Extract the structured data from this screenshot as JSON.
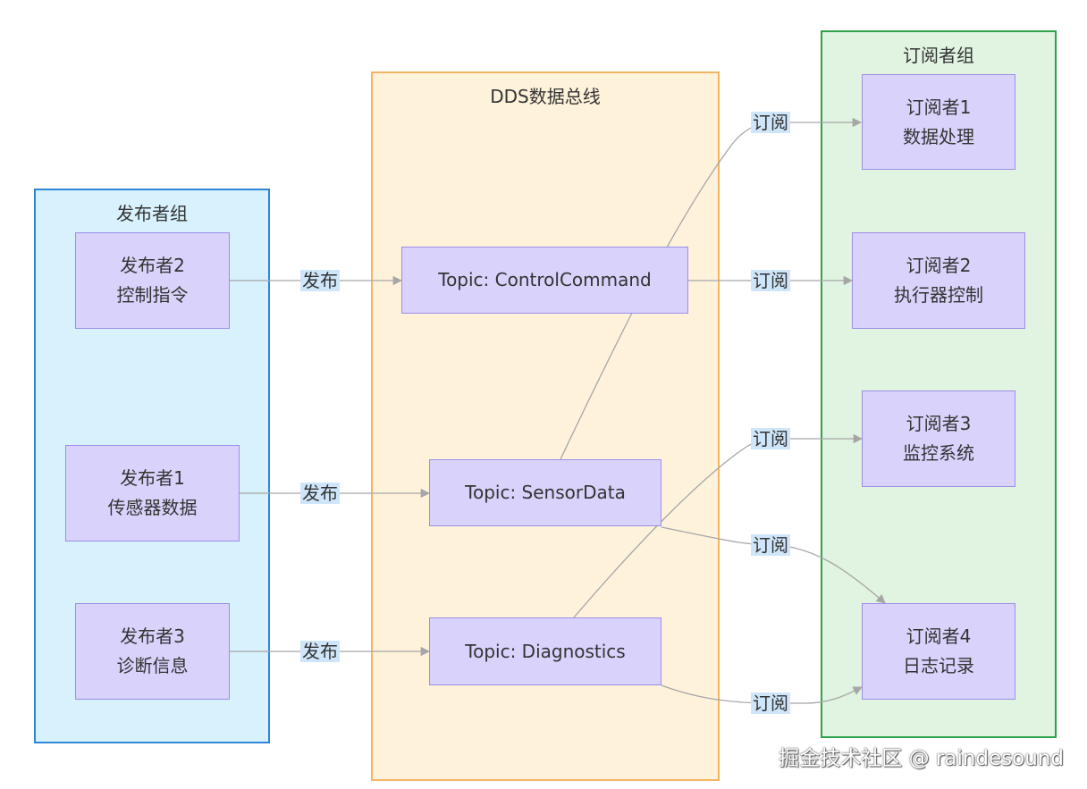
{
  "groups": {
    "publishers": "发布者组",
    "bus": "DDS数据总线",
    "subscribers": "订阅者组"
  },
  "nodes": {
    "pub1": {
      "line1": "发布者1",
      "line2": "传感器数据"
    },
    "pub2": {
      "line1": "发布者2",
      "line2": "控制指令"
    },
    "pub3": {
      "line1": "发布者3",
      "line2": "诊断信息"
    },
    "topic_control": "Topic: ControlCommand",
    "topic_sensor": "Topic: SensorData",
    "topic_diag": "Topic: Diagnostics",
    "sub1": {
      "line1": "订阅者1",
      "line2": "数据处理"
    },
    "sub2": {
      "line1": "订阅者2",
      "line2": "执行器控制"
    },
    "sub3": {
      "line1": "订阅者3",
      "line2": "监控系统"
    },
    "sub4": {
      "line1": "订阅者4",
      "line2": "日志记录"
    }
  },
  "edges": [
    {
      "id": "e1",
      "label": "发布"
    },
    {
      "id": "e2",
      "label": "发布"
    },
    {
      "id": "e3",
      "label": "发布"
    },
    {
      "id": "e4",
      "label": "订阅"
    },
    {
      "id": "e5",
      "label": "订阅"
    },
    {
      "id": "e6",
      "label": "订阅"
    },
    {
      "id": "e7",
      "label": "订阅"
    },
    {
      "id": "e8",
      "label": "订阅"
    }
  ],
  "colors": {
    "node_fill": "#d9d2fb",
    "node_stroke": "#9b8ee8",
    "edge": "#a6a6a6",
    "label_bg": "#cfe6fa"
  },
  "watermark": "掘金技术社区 @ raindesound"
}
